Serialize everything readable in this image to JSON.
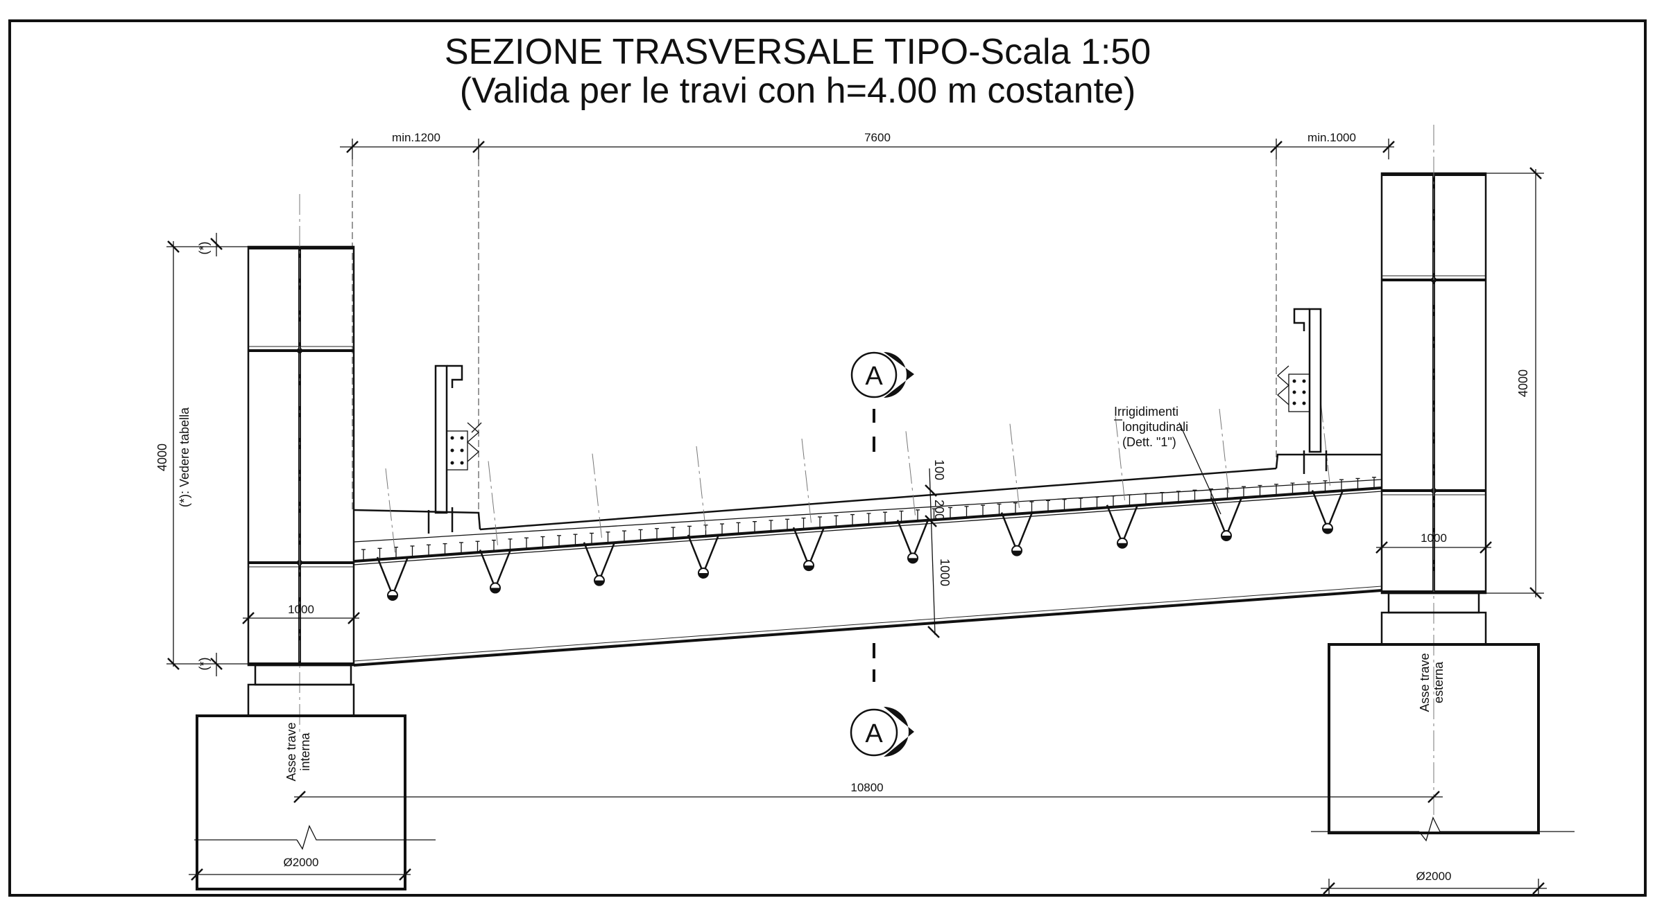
{
  "title": {
    "line1": "SEZIONE TRASVERSALE TIPO-Scala 1:50",
    "line2": "(Valida per le travi con h=4.00 m costante)"
  },
  "dimensions": {
    "left_cantilever": "min.1200",
    "roadway": "7600",
    "right_cantilever": "min.1000",
    "left_beam_height": "4000",
    "left_beam_note": "(*): Vedere tabella",
    "right_beam_height": "4000",
    "left_flange_width": "1000",
    "right_flange_width": "1000",
    "deck_layer_top": "100",
    "deck_layer_slab": "200",
    "crossbeam_depth": "1000",
    "beam_spacing": "10800",
    "left_pile_diameter": "Ø2000",
    "right_pile_diameter": "Ø2000",
    "asterisk_mark": "(*)"
  },
  "labels": {
    "stiffeners_line1": "Irrigidimenti",
    "stiffeners_line2": "longitudinali",
    "stiffeners_line3": "(Dett. \"1\")",
    "axis_internal_line1": "Asse trave",
    "axis_internal_line2": "interna",
    "axis_external_line1": "Asse trave",
    "axis_external_line2": "esterna"
  },
  "section_markers": {
    "top": "A",
    "bottom": "A"
  }
}
